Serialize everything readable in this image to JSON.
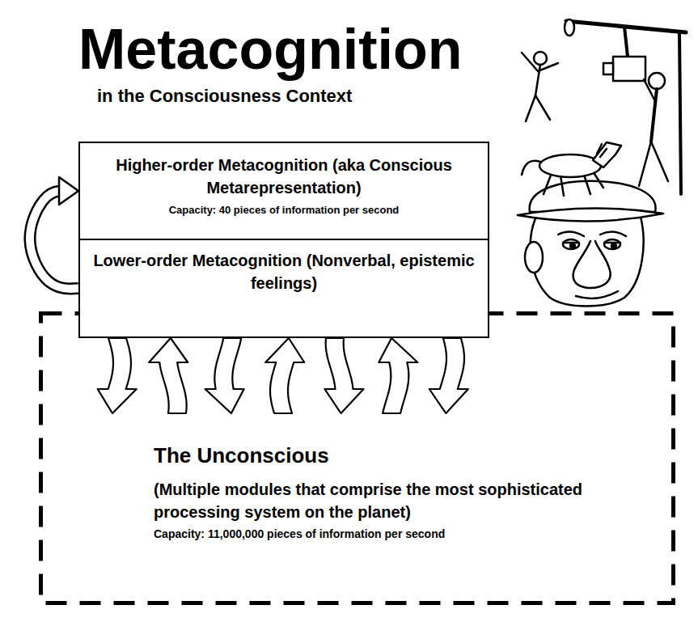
{
  "diagram": {
    "title": "Metacognition",
    "nodes": [
      {
        "text": [
          "Higher-order Metacognition (aka Conscious Metarepresentation)",
          "Capacity: 40 pieces of information per second"
        ]
      },
      {
        "text": [
          "Lower-order Metacognition (Nonverbal, epistemic feelings)"
        ]
      },
      {
        "text": [
          "The Unconscious",
          "(Multiple modules that comprise the most sophisticated processing system on the planet)",
          "Capacity: 11,000,000 pieces of information per second"
        ]
      }
    ],
    "edges": [
      {
        "from": 1,
        "to": 0,
        "arrow": "to"
      },
      {
        "from": 1,
        "to": 2,
        "arrow": "to"
      },
      {
        "from": 2,
        "to": 1,
        "arrow": "to"
      },
      {
        "from": 1,
        "to": 2,
        "arrow": "to"
      },
      {
        "from": 2,
        "to": 1,
        "arrow": "to"
      },
      {
        "from": 1,
        "to": 2,
        "arrow": "to"
      },
      {
        "from": 2,
        "to": 1,
        "arrow": "to"
      },
      {
        "from": 1,
        "to": 2,
        "arrow": "to"
      }
    ],
    "labels": [
      "in the Consciousness Context"
    ]
  }
}
